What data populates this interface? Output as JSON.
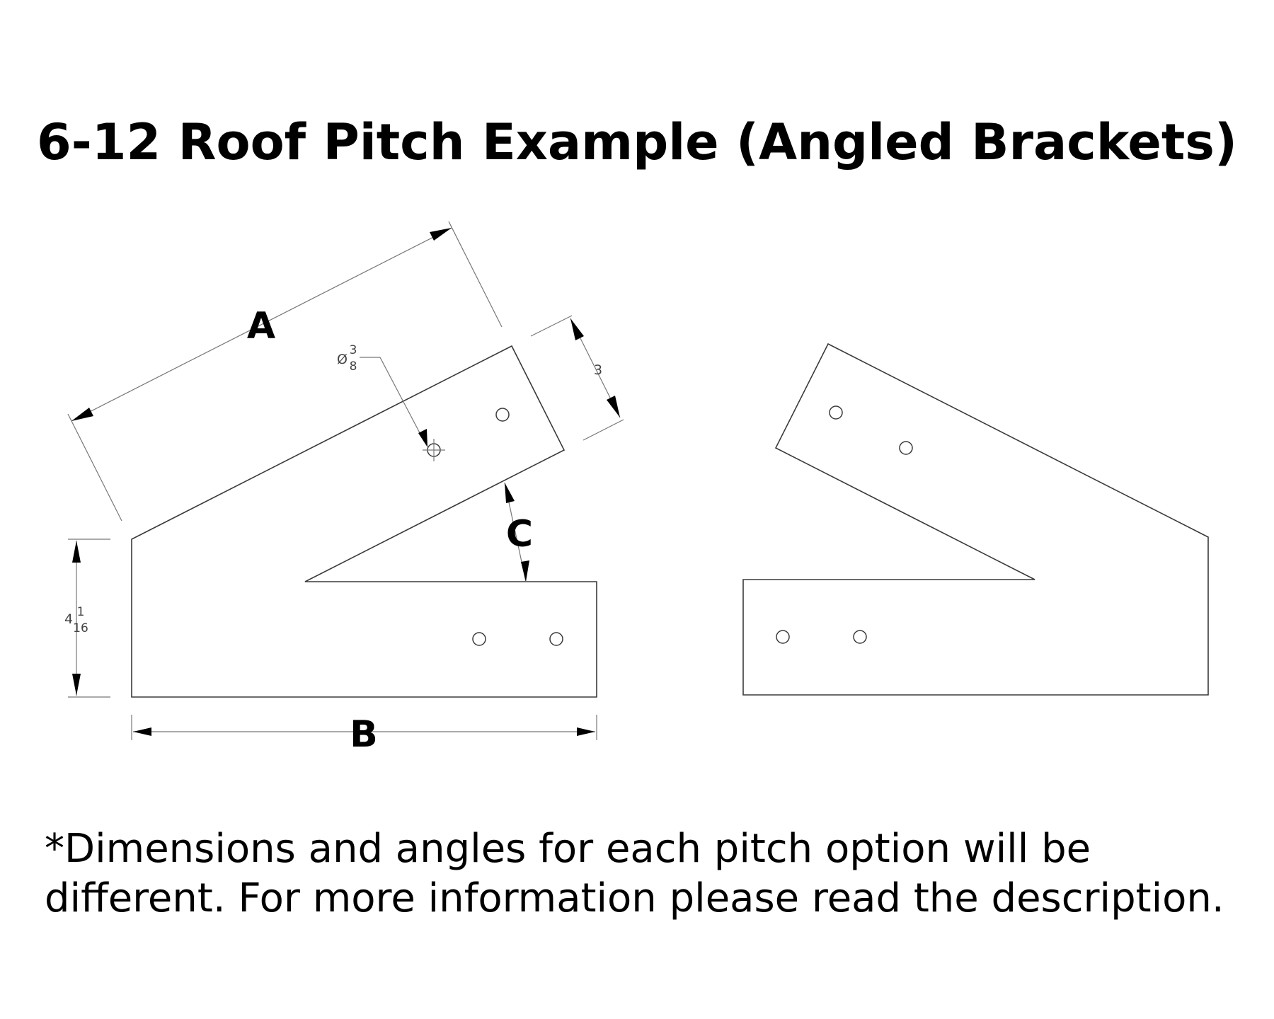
{
  "title": "6-12 Roof Pitch Example (Angled Brackets)",
  "labels": {
    "a": "A",
    "b": "B",
    "c": "C"
  },
  "dimensions": {
    "hole_diameter_symbol": "Ø",
    "hole_diameter_num": "3",
    "hole_diameter_den": "8",
    "width": "3",
    "height_whole": "4",
    "height_num": "1",
    "height_den": "16"
  },
  "note": {
    "line1": "*Dimensions and angles for each pitch option will be",
    "line2": "different. For more information please read the description."
  }
}
